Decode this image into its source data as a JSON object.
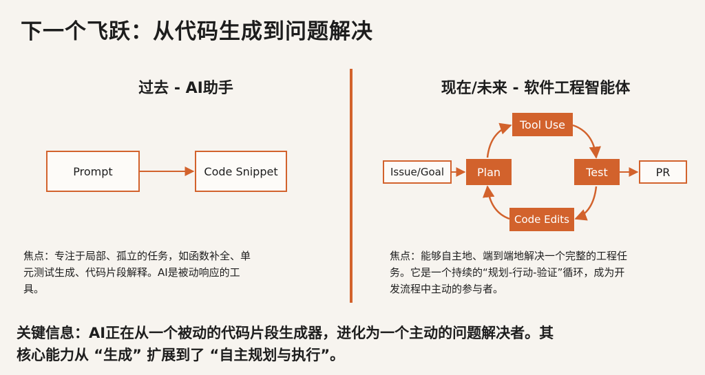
{
  "title": "下一个飞跃：从代码生成到问题解决",
  "past": {
    "heading": "过去 - AI助手",
    "prompt_box": "Prompt",
    "snippet_box": "Code Snippet",
    "focus_line1": "焦点：专注于局部、孤立的任务，如函数补全、单",
    "focus_line2": "元测试生成、代码片段解释。AI是被动响应的工",
    "focus_line3": "具。"
  },
  "future": {
    "heading": "现在/未来 - 软件工程智能体",
    "issue_box": "Issue/Goal",
    "plan_box": "Plan",
    "tool_use_box": "Tool Use",
    "test_box": "Test",
    "code_edits_box": "Code Edits",
    "pr_box": "PR",
    "focus_line1": "焦点：能够自主地、端到端地解决一个完整的工程任",
    "focus_line2": "务。它是一个持续的“规划-行动-验证”循环，成为开",
    "focus_line3": "发流程中主动的参与者。"
  },
  "key_message_line1": "关键信息：AI正在从一个被动的代码片段生成器，进化为一个主动的问题解决者。其",
  "key_message_line2": "核心能力从 “生成” 扩展到了 “自主规划与执行”。",
  "colors": {
    "accent": "#d2622c",
    "background": "#f7f4ef",
    "text": "#1d1d1d"
  }
}
